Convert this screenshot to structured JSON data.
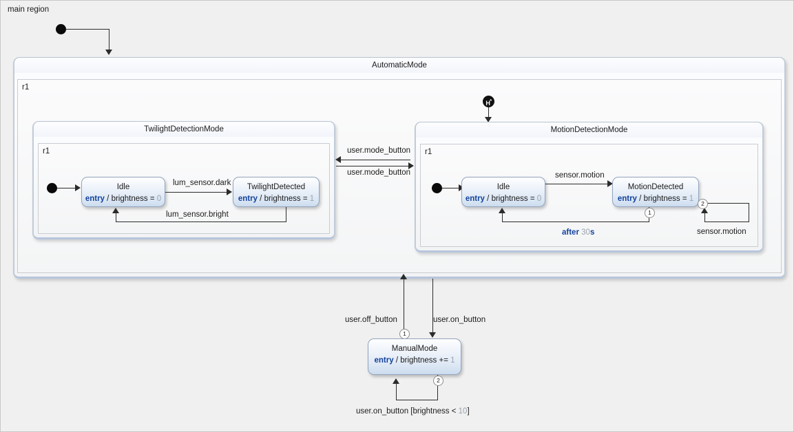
{
  "canvas": {
    "main_region_label": "main region",
    "background": "#f0f0f0",
    "border_color": "#c8c8c8"
  },
  "states": {
    "automatic_mode": {
      "name": "AutomaticMode",
      "region_label": "r1"
    },
    "twilight_mode": {
      "name": "TwilightDetectionMode",
      "region_label": "r1",
      "idle": {
        "name": "Idle",
        "entry_kw": "entry",
        "slash": "/",
        "assign": "brightness =",
        "value": "0"
      },
      "twilight_detected": {
        "name": "TwilightDetected",
        "entry_kw": "entry",
        "slash": "/",
        "assign": "brightness =",
        "value": "1"
      }
    },
    "motion_mode": {
      "name": "MotionDetectionMode",
      "region_label": "r1",
      "idle": {
        "name": "Idle",
        "entry_kw": "entry",
        "slash": "/",
        "assign": "brightness =",
        "value": "0"
      },
      "motion_detected": {
        "name": "MotionDetected",
        "entry_kw": "entry",
        "slash": "/",
        "assign": "brightness =",
        "value": "1"
      }
    },
    "manual_mode": {
      "name": "ManualMode",
      "entry_kw": "entry",
      "slash": "/",
      "assign": "brightness +=",
      "value": "1"
    }
  },
  "nodes": {
    "history_label_h": "H",
    "history_label_star": "*"
  },
  "transitions": {
    "twilight_dark": "lum_sensor.dark",
    "twilight_bright": "lum_sensor.bright",
    "mode_button_to_motion": "user.mode_button",
    "mode_button_to_twilight": "user.mode_button",
    "motion_detect": "sensor.motion",
    "motion_self": "sensor.motion",
    "after_kw": "after",
    "after_num": "30",
    "after_unit": "s",
    "off_button": "user.off_button",
    "on_button": "user.on_button",
    "manual_self": "user.on_button [brightness <",
    "manual_self_num": "10",
    "manual_self_close": "]",
    "badge_motion_1": "1",
    "badge_motion_2": "2",
    "badge_manual_1": "1",
    "badge_manual_2": "2"
  }
}
